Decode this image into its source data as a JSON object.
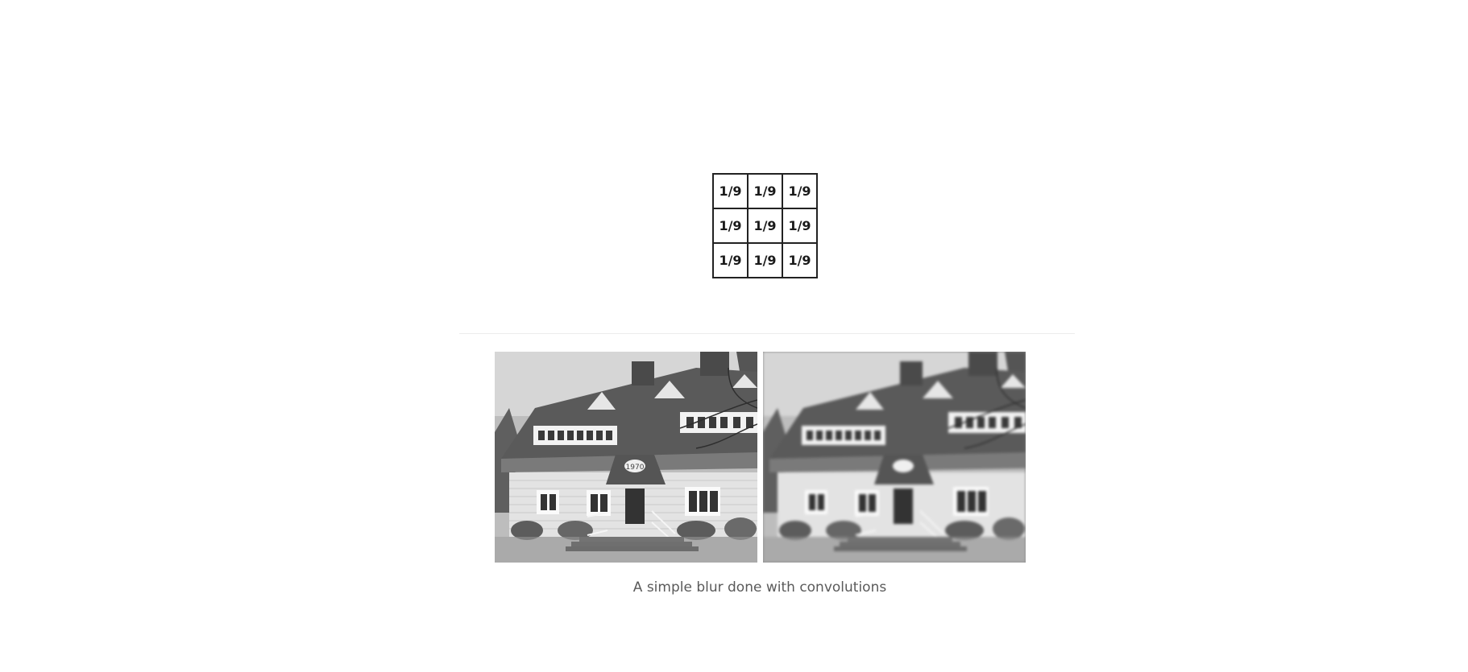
{
  "kernel": {
    "rows": [
      [
        "1/9",
        "1/9",
        "1/9"
      ],
      [
        "1/9",
        "1/9",
        "1/9"
      ],
      [
        "1/9",
        "1/9",
        "1/9"
      ]
    ]
  },
  "images": {
    "original_alt": "house photo",
    "blurred_alt": "blurred house photo",
    "sign_text": "1970"
  },
  "caption": "A simple blur done with convolutions"
}
